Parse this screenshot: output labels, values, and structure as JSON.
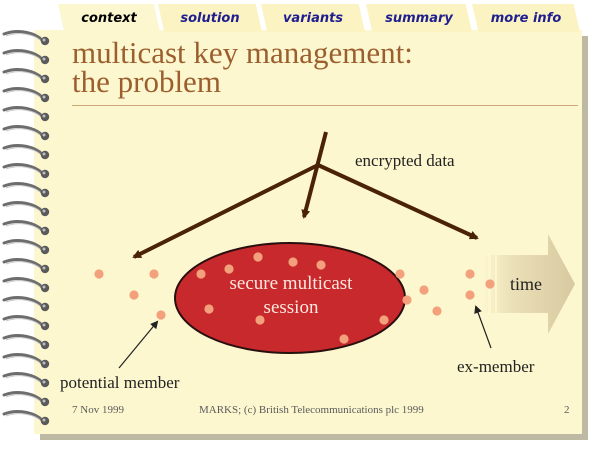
{
  "colors": {
    "page": "#fdf7cf",
    "tab": "#fcf3c2",
    "tab_text": "#1f1f8f",
    "title": "#9b5f2f",
    "session": "#c8292c",
    "dot": "#f3a07c",
    "arrow_dark": "#4a2205",
    "spiral": "#6d6d6d"
  },
  "tabs": [
    {
      "label": "context",
      "active": true
    },
    {
      "label": "solution",
      "active": false
    },
    {
      "label": "variants",
      "active": false
    },
    {
      "label": "summary",
      "active": false
    },
    {
      "label": "more info",
      "active": false
    }
  ],
  "title": {
    "line1": "multicast key management:",
    "line2": "the problem"
  },
  "diagram": {
    "encrypted_label": "encrypted data",
    "session_line1": "secure multicast",
    "session_line2": "session",
    "time_label": "time",
    "potential_label": "potential member",
    "ex_label": "ex-member"
  },
  "footer": {
    "date": "7 Nov 1999",
    "credit": "MARKS;   (c) British Telecommunications plc 1999",
    "page": "2"
  }
}
